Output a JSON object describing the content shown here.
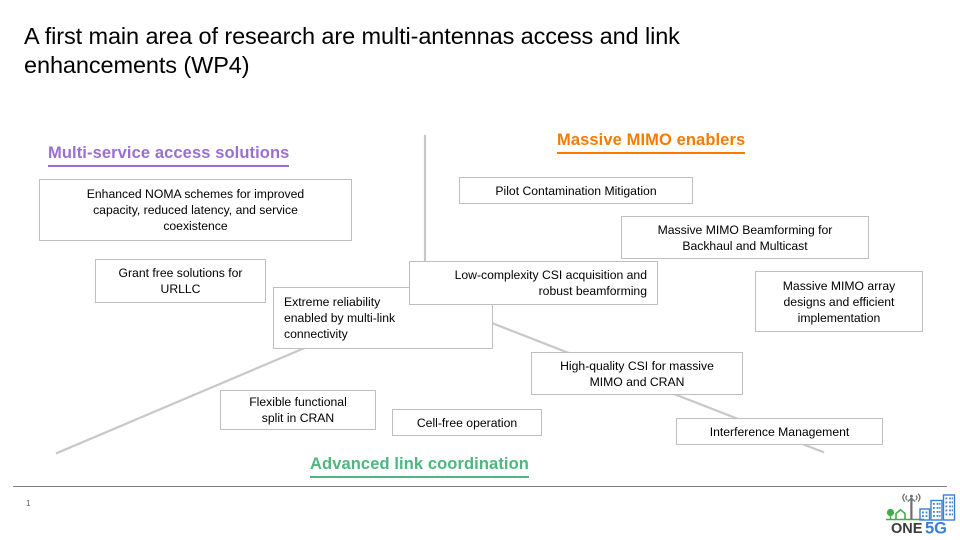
{
  "slide": {
    "title": "A first main area of research are multi-antennas access and link\nenhancements (WP4)",
    "page_number": "1"
  },
  "categories": [
    {
      "id": "multiservice",
      "label": "Multi-service access solutions",
      "color": "#9B6FD0"
    },
    {
      "id": "massive-mimo",
      "label": "Massive MIMO enablers",
      "color": "#F57C00"
    },
    {
      "id": "advanced-link",
      "label": "Advanced link coordination",
      "color": "#4CB77E"
    }
  ],
  "topics": [
    {
      "id": "enhanced-noma",
      "text": "Enhanced NOMA schemes for improved\ncapacity,  reduced latency, and service\ncoexistence"
    },
    {
      "id": "grant-free",
      "text": "Grant free solutions  for\nURLLC"
    },
    {
      "id": "extreme-reliability",
      "text": "Extreme reliability\nenabled by multi-link\nconnectivity"
    },
    {
      "id": "pilot-contamination",
      "text": "Pilot  Contamination  Mitigation"
    },
    {
      "id": "mimo-beamforming",
      "text": "Massive MIMO Beamforming for\nBackhaul and Multicast"
    },
    {
      "id": "low-complexity-csi",
      "text": "Low-complexity  CSI acquisition  and\nrobust beamforming"
    },
    {
      "id": "mimo-array",
      "text": "Massive MIMO array\ndesigns and efficient\nimplementation"
    },
    {
      "id": "high-quality-csi",
      "text": "High-quality  CSI for massive\nMIMO and CRAN"
    },
    {
      "id": "flexible-split",
      "text": "Flexible  functional\nsplit  in CRAN"
    },
    {
      "id": "cell-free",
      "text": "Cell-free operation"
    },
    {
      "id": "interference-mgmt",
      "text": "Interference Management"
    }
  ],
  "logo": {
    "text_one": "ONE",
    "text_5g": "5G",
    "color_blue": "#3B7FD4",
    "color_green": "#3FAE49",
    "color_dark": "#3A3A3A"
  },
  "theme": {
    "box_border": "#BFBFBF",
    "connector": "#C8C8C8",
    "footer_rule": "#808080"
  }
}
